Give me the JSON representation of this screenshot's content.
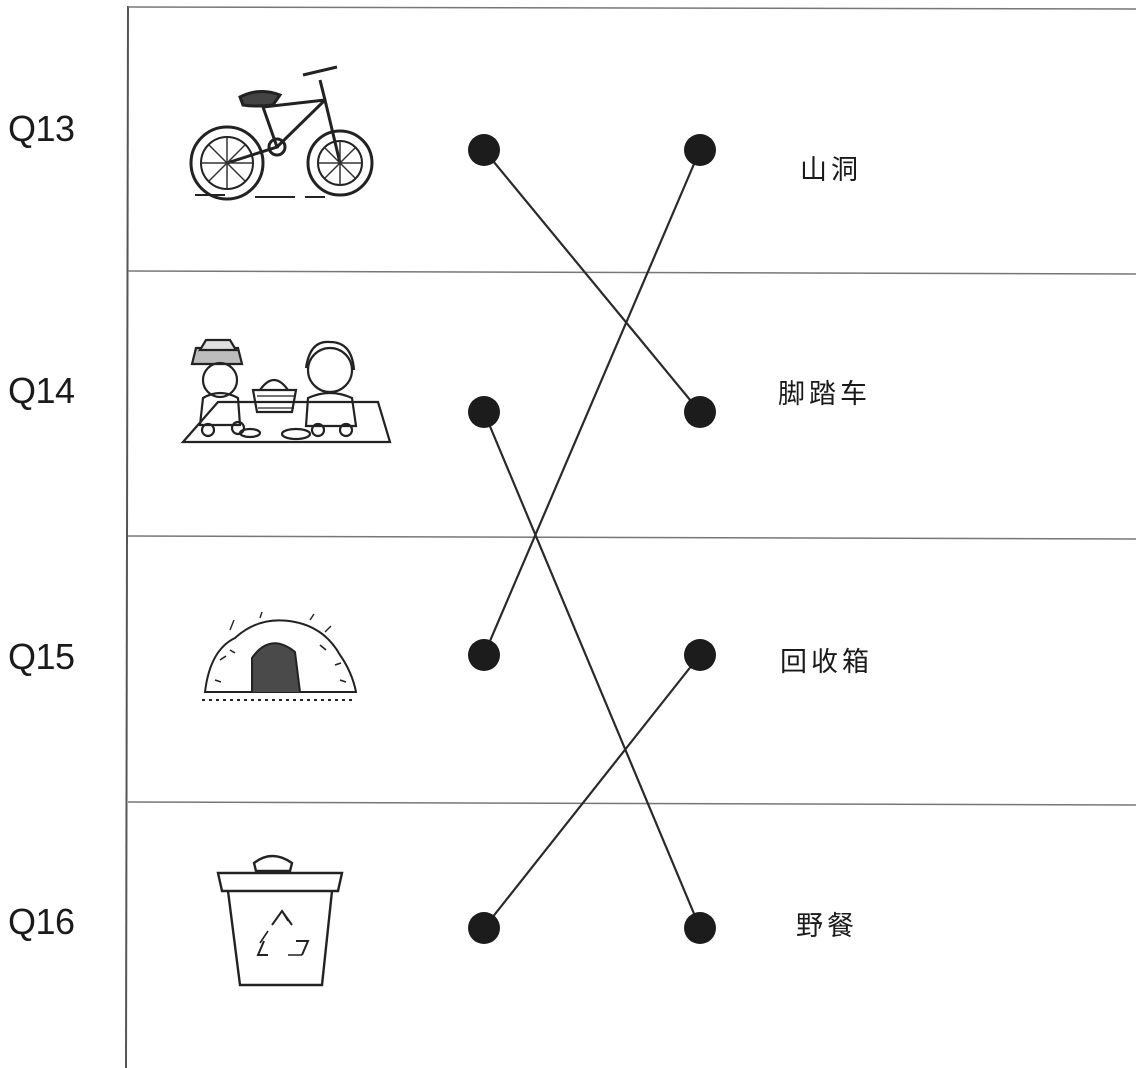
{
  "questions": [
    {
      "label": "Q13",
      "picture": "bicycle-icon"
    },
    {
      "label": "Q14",
      "picture": "picnic-icon"
    },
    {
      "label": "Q15",
      "picture": "cave-icon"
    },
    {
      "label": "Q16",
      "picture": "recycle-bin-icon"
    }
  ],
  "words": [
    "山洞",
    "脚踏车",
    "回收箱",
    "野餐"
  ],
  "connections": [
    {
      "from": "Q13",
      "to": "脚踏车"
    },
    {
      "from": "Q14",
      "to": "野餐"
    },
    {
      "from": "Q15",
      "to": "山洞"
    },
    {
      "from": "Q16",
      "to": "回收箱"
    }
  ],
  "colors": {
    "ink": "#1a1a1a",
    "rule": "#6e6e6e",
    "dot": "#1c1c1c"
  }
}
